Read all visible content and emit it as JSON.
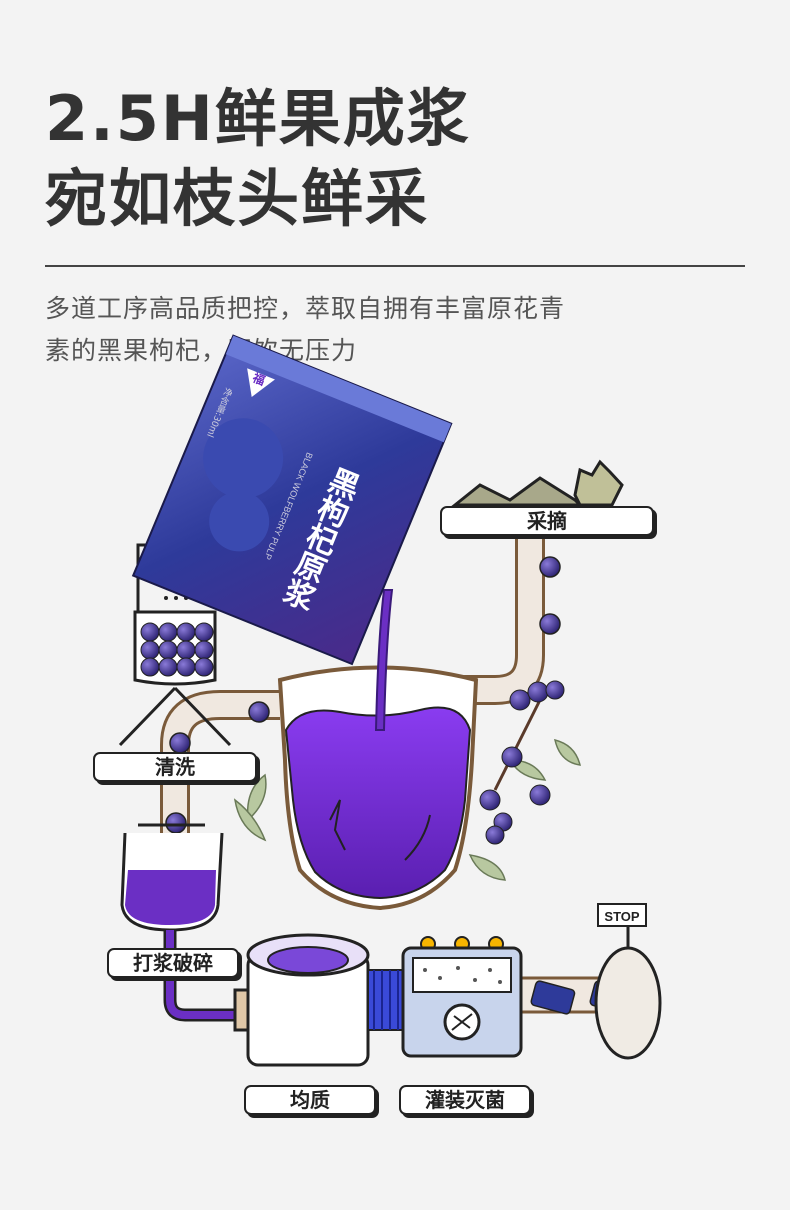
{
  "headline": {
    "line1": "2.5H鲜果成浆",
    "line2": "宛如枝头鲜采"
  },
  "description": {
    "line1": "多道工序高品质把控，萃取自拥有丰富原花青",
    "line2": "素的黑果枸杞，即饮无压力"
  },
  "package": {
    "title": "黑枸杞原浆",
    "english": "BLACK WOLFBERRY PULP",
    "volume": "净含量:30ml",
    "logo_char": "福"
  },
  "steps": {
    "pick": "采摘",
    "wash": "清洗",
    "crush": "打浆破碎",
    "homogenize": "均质",
    "fill_sterilize": "灌装灭菌"
  },
  "stop_sign": "STOP",
  "colors": {
    "purple": "#6b2fc4",
    "dark_purple": "#3a1a7a",
    "outline": "#222222",
    "pipe": "#efe7df",
    "pipe_line": "#7a5a3a",
    "accent_yellow": "#f7b500"
  }
}
